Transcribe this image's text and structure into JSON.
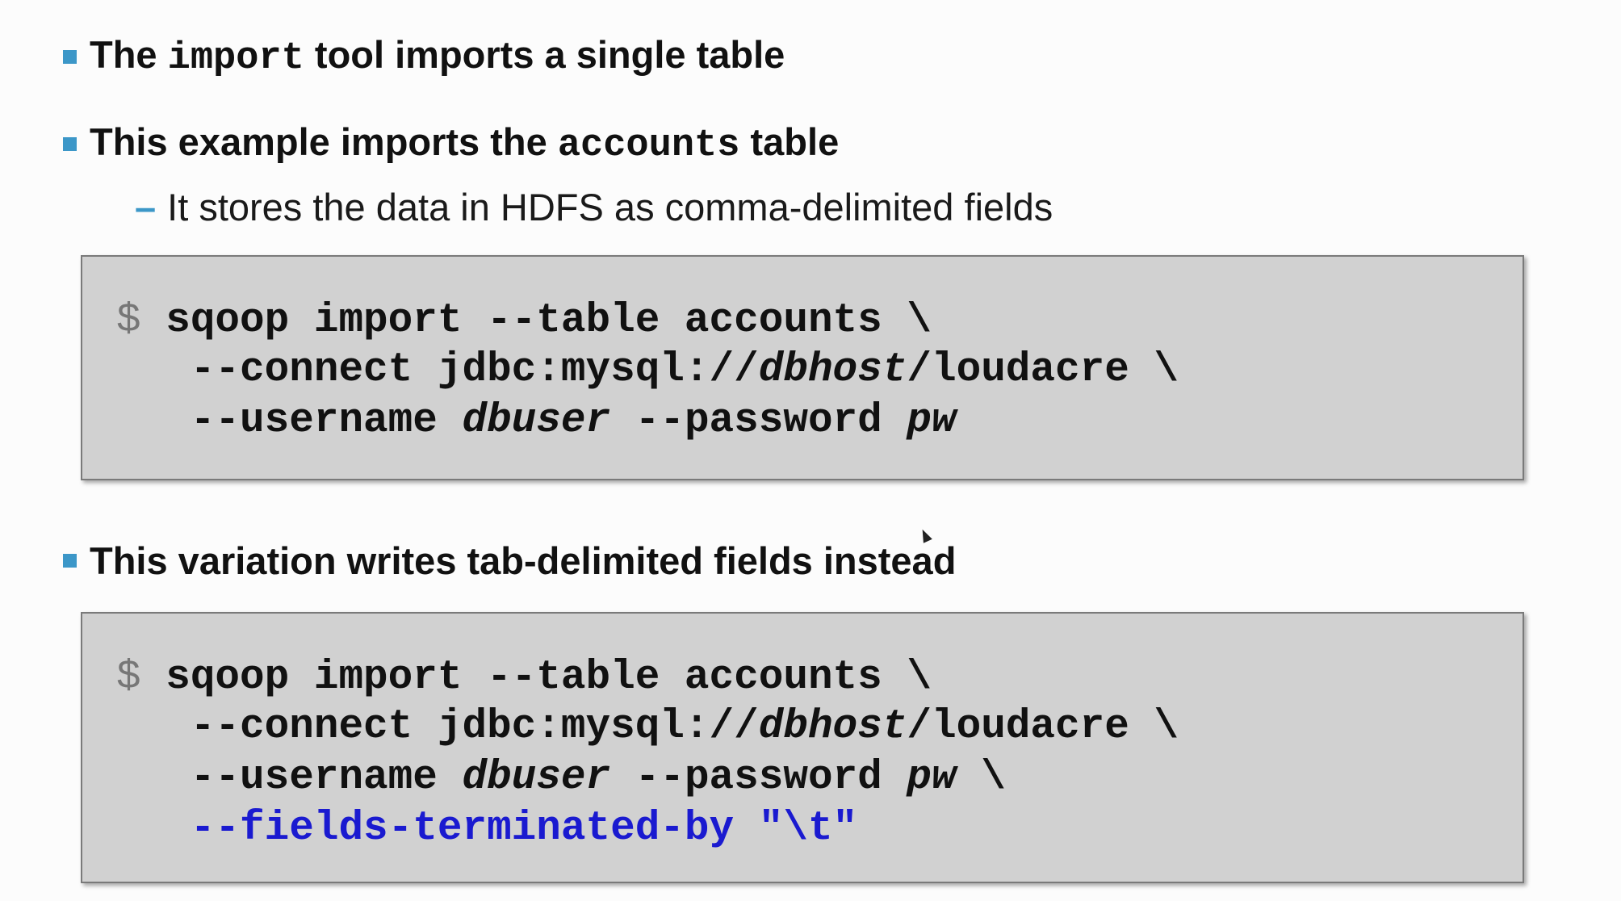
{
  "bullets": {
    "b1": {
      "pre": "The ",
      "code": "import",
      "post": " tool imports a single table"
    },
    "b2": {
      "pre": "This example imports the ",
      "code": "accounts",
      "post": " table"
    },
    "b2_sub": "It stores the data in HDFS as comma-delimited fields",
    "b3": "This variation writes tab-delimited fields instead"
  },
  "code1": {
    "line1": {
      "prompt": "$",
      "text": " sqoop import --table accounts \\"
    },
    "line2": {
      "a": "   --connect jdbc:mysql://",
      "b": "dbhost",
      "c": "/loudacre \\"
    },
    "line3": {
      "a": "   --username ",
      "b": "dbuser",
      "c": " --password ",
      "d": "pw"
    }
  },
  "code2": {
    "line1": {
      "prompt": "$",
      "text": " sqoop import --table accounts \\"
    },
    "line2": {
      "a": "   --connect jdbc:mysql://",
      "b": "dbhost",
      "c": "/loudacre \\"
    },
    "line3": {
      "a": "   --username ",
      "b": "dbuser",
      "c": " --password ",
      "d": "pw",
      "e": " \\"
    },
    "line4": {
      "a": "   --fields-terminated-by ",
      "b": "\"\\t\""
    }
  },
  "colors": {
    "bullet": "#3c97c8",
    "code_background": "#d1d1d1",
    "highlight": "#1a1ad0"
  }
}
